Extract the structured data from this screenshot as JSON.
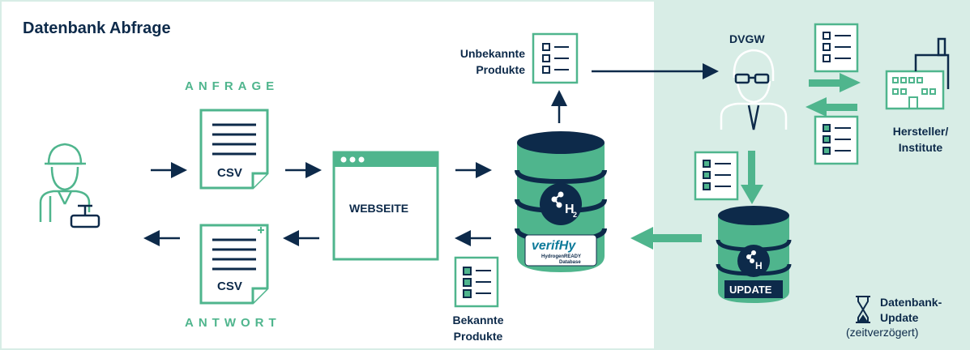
{
  "title": "Datenbank Abfrage",
  "labels": {
    "anfrage": "ANFRAGE",
    "antwort": "ANTWORT",
    "csv_request": "CSV",
    "csv_response": "CSV",
    "webseite": "WEBSEITE",
    "unbekannte_1": "Unbekannte",
    "unbekannte_2": "Produkte",
    "bekannte_1": "Bekannte",
    "bekannte_2": "Produkte",
    "dvgw": "DVGW",
    "hersteller_1": "Hersteller/",
    "hersteller_2": "Institute",
    "update": "UPDATE",
    "db_update_1": "Datenbank-",
    "db_update_2": "Update",
    "db_update_3": "(zeitverzögert)",
    "h2": "H",
    "h2_sub": "2",
    "logo_main": "verifHy",
    "logo_sub1": "HydrogenREADY",
    "logo_sub2": "Database"
  },
  "colors": {
    "navy": "#0d2a4a",
    "green": "#4fb58d",
    "light_green": "#8fd3b7",
    "panel_bg": "#d8ede6",
    "text_green": "#4fb58d"
  },
  "icons": [
    "worker-icon",
    "csv-document-icon",
    "browser-window-icon",
    "database-icon",
    "checklist-icon",
    "person-icon",
    "factory-icon",
    "hourglass-icon"
  ]
}
